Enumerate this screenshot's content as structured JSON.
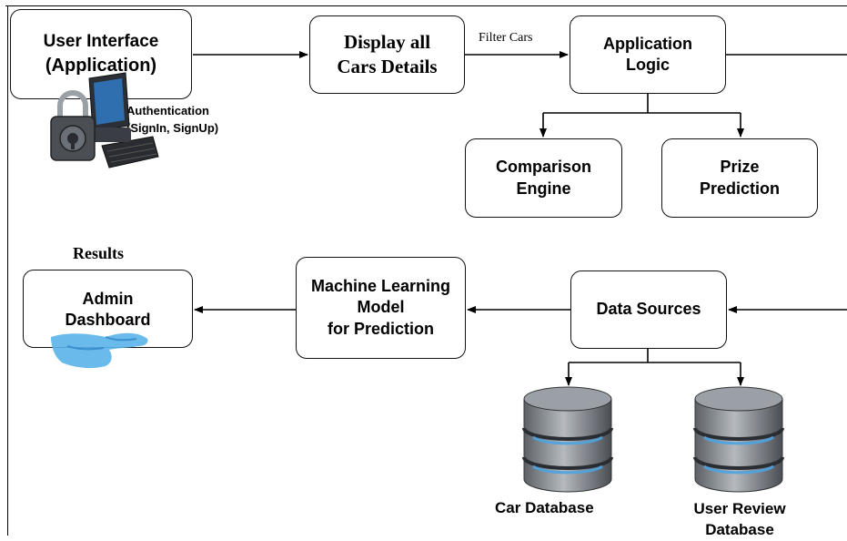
{
  "nodes": {
    "user_interface": {
      "line1": "User Interface",
      "line2": "(Application)"
    },
    "display_cars": {
      "line1": "Display all",
      "line2": "Cars Details"
    },
    "application_logic": {
      "line1": "Application",
      "line2": "Logic"
    },
    "comparison_engine": {
      "line1": "Comparison",
      "line2": "Engine"
    },
    "prize_prediction": {
      "line1": "Prize",
      "line2": "Prediction"
    },
    "admin_dashboard": {
      "line1": "Admin",
      "line2": "Dashboard"
    },
    "ml_model": {
      "line1": "Machine Learning",
      "line2": "Model",
      "line3": "for Prediction"
    },
    "data_sources": {
      "line1": "Data Sources"
    }
  },
  "labels": {
    "filter_cars": "Filter Cars",
    "authentication_line1": "Authentication",
    "authentication_line2": "(SignIn, SignUp)",
    "results": "Results",
    "car_database": "Car Database",
    "user_review_line1": "User Review",
    "user_review_line2": "Database"
  },
  "colors": {
    "database_body": "#7d8288",
    "database_band": "#4da3e0",
    "hand": "#5bb3ea"
  },
  "icons": [
    "computer-lock-icon",
    "hand-icon",
    "database-icon"
  ]
}
